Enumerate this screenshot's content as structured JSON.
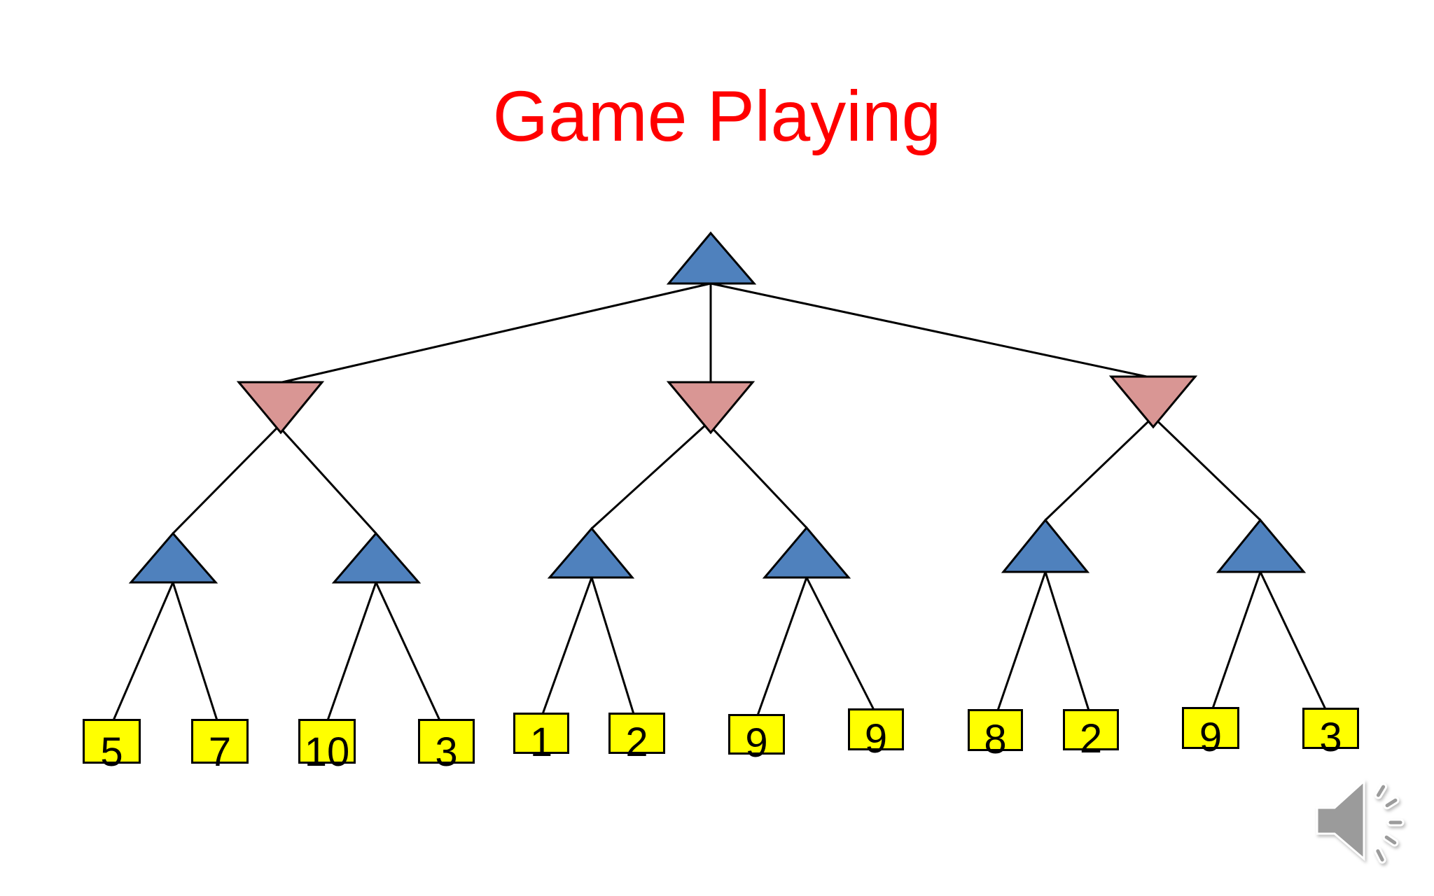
{
  "slide": {
    "title": "Game Playing"
  },
  "colors": {
    "title": "#ff0000",
    "max_node": "#4f81bd",
    "min_node": "#d99694",
    "leaf_box": "#ffff00",
    "edge": "#000000"
  },
  "tree": {
    "type": "minimax-game-tree",
    "root": {
      "player": "MAX",
      "shape": "triangle-up"
    },
    "level_2": {
      "player": "MIN",
      "shape": "triangle-down",
      "count": 3
    },
    "level_3": {
      "player": "MAX",
      "shape": "triangle-up",
      "count": 6
    },
    "leaf_values": [
      "5",
      "7",
      "10",
      "3",
      "1",
      "2",
      "9",
      "9",
      "8",
      "2",
      "9",
      "3"
    ]
  },
  "icons": {
    "audio": "speaker-with-sound-waves"
  }
}
